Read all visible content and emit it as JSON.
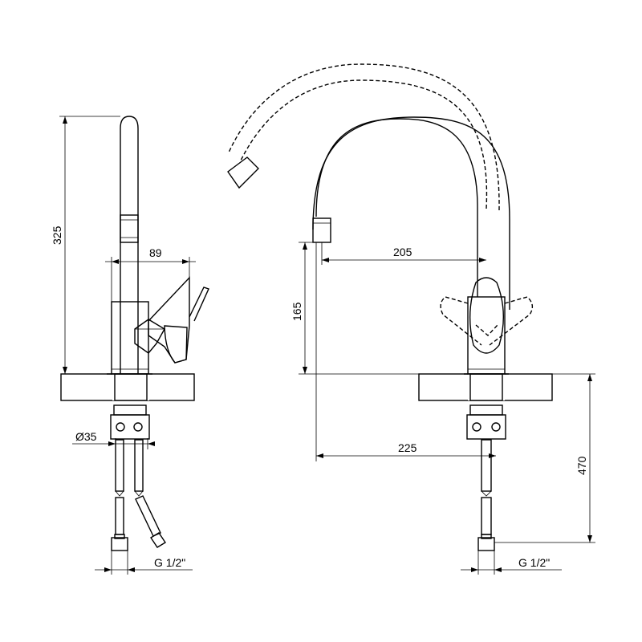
{
  "dimensions": {
    "height_spout": "325",
    "depth_body": "89",
    "spout_reach": "205",
    "spout_height": "165",
    "base_diameter": "Ø35",
    "hose_length": "470",
    "hose_reach": "225",
    "connector_left": "G 1/2\"",
    "connector_right": "G 1/2\""
  }
}
